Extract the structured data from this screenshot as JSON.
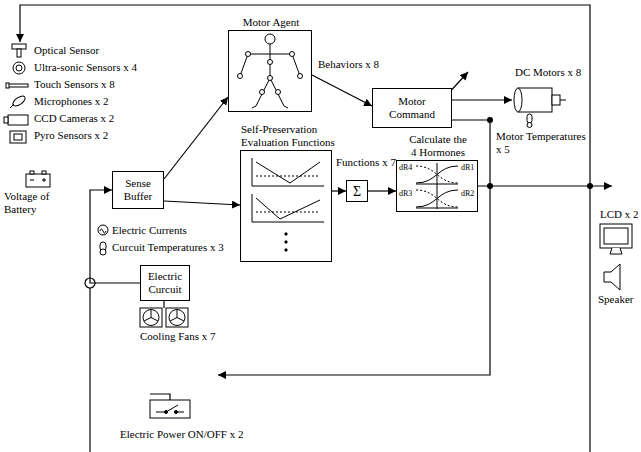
{
  "diagram": {
    "nodes": [
      {
        "text": [
          "Sense Buffer"
        ]
      },
      {
        "text": [
          "Motor Agent"
        ]
      },
      {
        "text": [
          "Motor Command"
        ]
      },
      {
        "text": [
          "Self-Preservation Evaluation Functions"
        ]
      },
      {
        "text": [
          "Σ"
        ]
      },
      {
        "text": [
          "Calculate the 4 Hormones"
        ]
      },
      {
        "text": [
          "Electric Curcuit"
        ]
      }
    ],
    "edges": [
      {
        "from": 0,
        "to": 1,
        "arrow": "to"
      },
      {
        "from": 0,
        "to": 3,
        "arrow": "to"
      },
      {
        "from": 3,
        "to": 4,
        "arrow": "to"
      },
      {
        "from": 4,
        "to": 5,
        "arrow": "to"
      },
      {
        "from": 1,
        "to": 2,
        "arrow": "to"
      },
      {
        "from": 6,
        "to": 0,
        "arrow": "to"
      }
    ],
    "labels": [
      "Optical Sensor",
      "Ultra-sonic Sensors x 4",
      "Touch Sensors x 8",
      "Microphones x 2",
      "CCD Cameras x 2",
      "Pyro Sensors x 2",
      "Voltage of Battery",
      "Electric Currents",
      "Curcuit Temperatures x 3",
      "Behaviors x 8",
      "DC Motors x 8",
      "Motor Temperatures x 5",
      "Functions x 7",
      "LCD x 2",
      "Speaker",
      "Cooling Fans x 7",
      "Electric Power ON/OFF x 2",
      "dR4",
      "dR1",
      "dR3",
      "dR2"
    ]
  }
}
